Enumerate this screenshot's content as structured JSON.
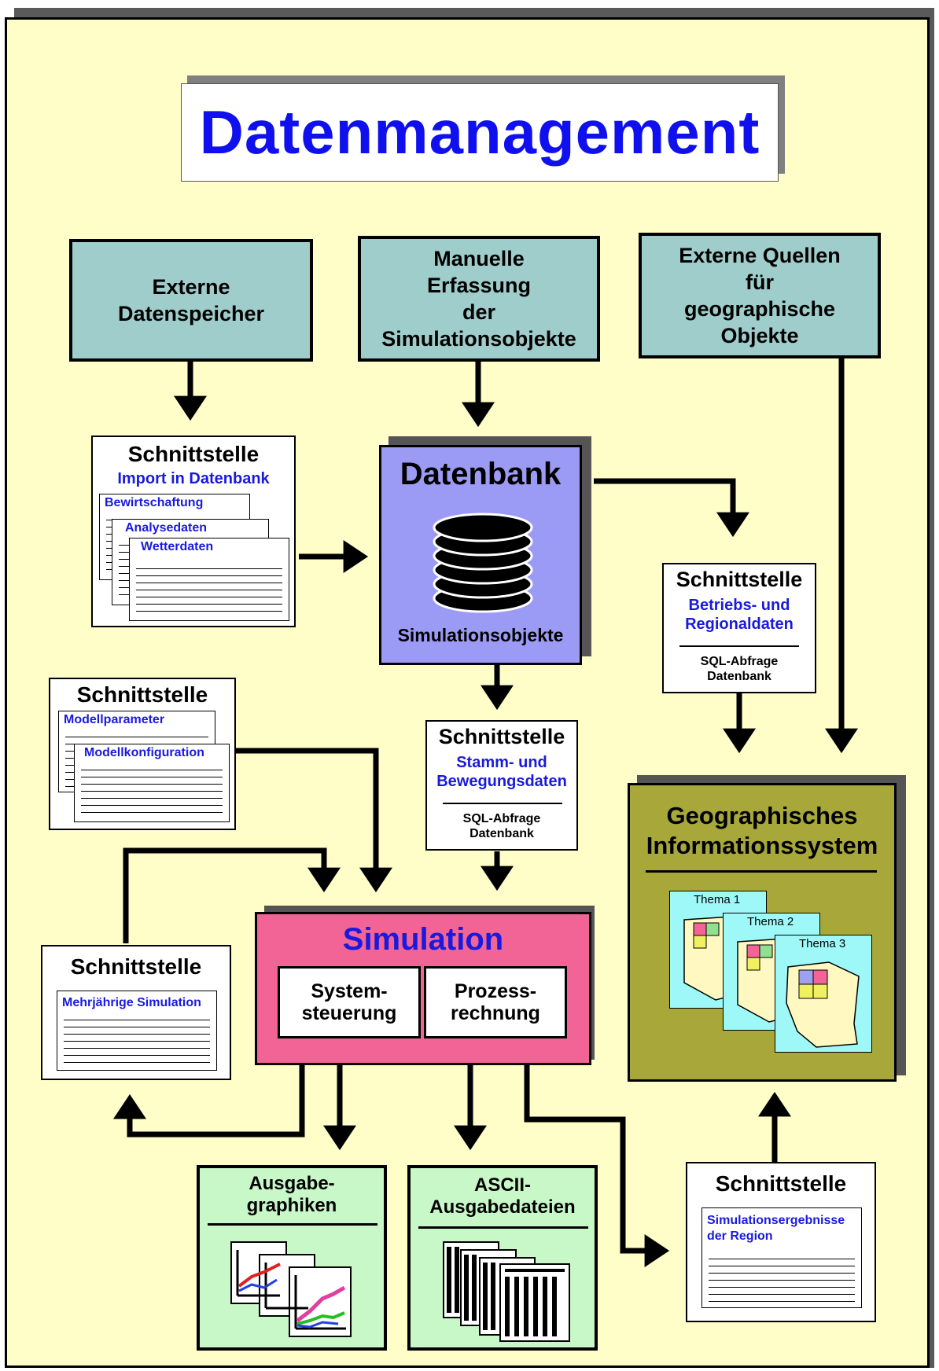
{
  "title": "Datenmanagement",
  "sources": {
    "external_storage": "Externe\nDatenspeicher",
    "manual_entry": "Manuelle\nErfassung\nder\nSimulationsobjekte",
    "external_geo": "Externe Quellen\nfür\ngeographische\nObjekte"
  },
  "import_interface": {
    "heading": "Schnittstelle",
    "subheading": "Import in Datenbank",
    "docs": [
      "Bewirtschaftung",
      "Analysedaten",
      "Wetterdaten"
    ]
  },
  "database": {
    "title": "Datenbank",
    "caption": "Simulationsobjekte"
  },
  "regional_interface": {
    "heading": "Schnittstelle",
    "subheading": "Betriebs- und\nRegionaldaten",
    "query": "SQL-Abfrage\nDatenbank"
  },
  "model_interface": {
    "heading": "Schnittstelle",
    "docs": [
      "Modellparameter",
      "Modellkonfiguration"
    ]
  },
  "master_interface": {
    "heading": "Schnittstelle",
    "subheading": "Stamm- und\nBewegungsdaten",
    "query": "SQL-Abfrage\nDatenbank"
  },
  "gis": {
    "title": "Geographisches\nInformationssystem",
    "themes": [
      "Thema 1",
      "Thema 2",
      "Thema 3"
    ]
  },
  "simulation": {
    "title": "Simulation",
    "control": "System-\nsteuerung",
    "process": "Prozess-\nrechnung"
  },
  "multiyear_interface": {
    "heading": "Schnittstelle",
    "doc": "Mehrjährige Simulation"
  },
  "outputs": {
    "graphics": "Ausgabe-\ngraphiken",
    "ascii": "ASCII-\nAusgabedateien"
  },
  "results_interface": {
    "heading": "Schnittstelle",
    "doc": "Simulationsergebnisse\nder Region"
  }
}
